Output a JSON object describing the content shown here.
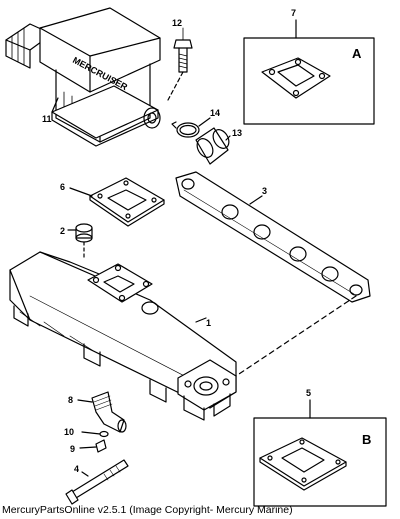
{
  "callouts": {
    "c1": "1",
    "c2": "2",
    "c3": "3",
    "c4": "4",
    "c5": "5",
    "c6": "6",
    "c7": "7",
    "c8": "8",
    "c9": "9",
    "c10": "10",
    "c11": "11",
    "c12": "12",
    "c13": "13",
    "c14": "14"
  },
  "boxes": {
    "a_label": "A",
    "b_label": "B"
  },
  "brand_marking": "MERCRUISER",
  "footer": {
    "credit": "MercuryPartsOnline v2.5.1 (Image Copyright- Mercury Marine)"
  }
}
